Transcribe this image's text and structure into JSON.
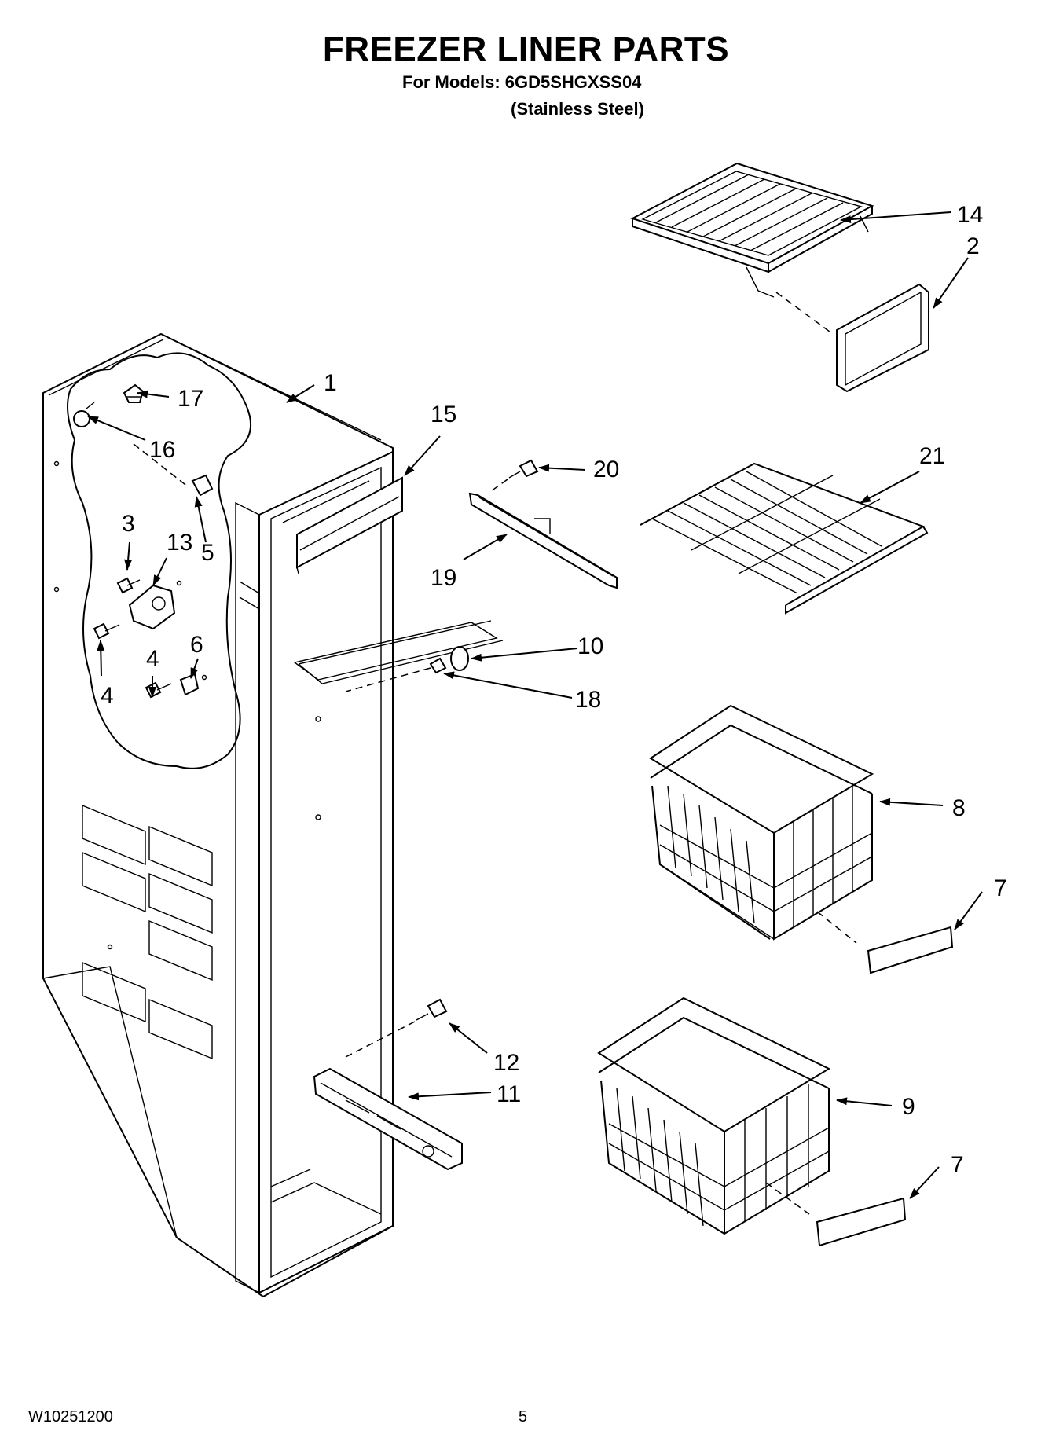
{
  "header": {
    "title": "FREEZER LINER PARTS",
    "models": "For Models: 6GD5SHGXSS04",
    "finish": "(Stainless Steel)"
  },
  "footer": {
    "doc_number": "W10251200",
    "page_number": "5"
  },
  "callouts": {
    "c1": "1",
    "c2": "2",
    "c3": "3",
    "c4a": "4",
    "c4b": "4",
    "c5": "5",
    "c6": "6",
    "c7a": "7",
    "c7b": "7",
    "c8": "8",
    "c9": "9",
    "c10": "10",
    "c11": "11",
    "c12": "12",
    "c13": "13",
    "c14": "14",
    "c15": "15",
    "c16": "16",
    "c17": "17",
    "c18": "18",
    "c19": "19",
    "c20": "20",
    "c21": "21"
  }
}
